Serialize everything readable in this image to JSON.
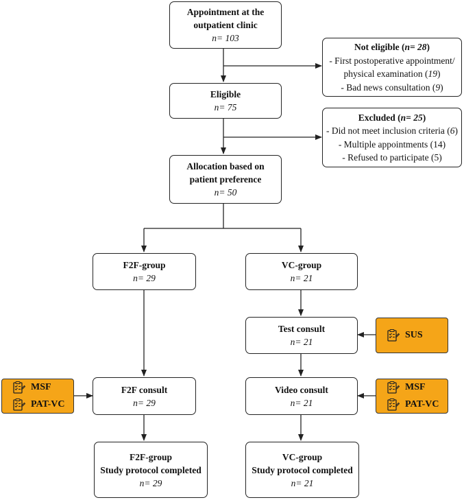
{
  "appointment": {
    "title_line1": "Appointment at the",
    "title_line2": "outpatient clinic",
    "n": "n= 103"
  },
  "not_eligible": {
    "title": "Not eligible (",
    "n": "n= 28",
    "title_close": ")",
    "item1_line1": "- First postoperative appointment/",
    "item1_line2_text": "physical examination (",
    "item1_count": "19",
    "item1_close": ")",
    "item2_text": "- Bad news consultation (",
    "item2_count": "9",
    "item2_close": ")"
  },
  "eligible": {
    "title": "Eligible",
    "n": "n= 75"
  },
  "excluded": {
    "title": "Excluded (",
    "n": "n= 25",
    "title_close": ")",
    "item1_text": "- Did not meet inclusion criteria (",
    "item1_count": "6",
    "item1_close": ")",
    "item2": "- Multiple appointments (14)",
    "item3": "- Refused to participate (5)"
  },
  "allocation": {
    "title_line1": "Allocation based on",
    "title_line2": "patient preference",
    "n": "n= 50"
  },
  "f2f_group": {
    "title": "F2F-group",
    "n": "n= 29"
  },
  "vc_group": {
    "title": "VC-group",
    "n": "n= 21"
  },
  "test_consult": {
    "title": "Test consult",
    "n": "n= 21"
  },
  "f2f_consult": {
    "title": "F2F consult",
    "n": "n= 29"
  },
  "video_consult": {
    "title": "Video consult",
    "n": "n= 21"
  },
  "f2f_completed": {
    "title_line1": "F2F-group",
    "title_line2": "Study protocol completed",
    "n": "n= 29"
  },
  "vc_completed": {
    "title_line1": "VC-group",
    "title_line2": "Study protocol completed",
    "n": "n= 21"
  },
  "questionnaires": {
    "sus": "SUS",
    "left_msf": "MSF",
    "left_patvc": "PAT-VC",
    "right_msf": "MSF",
    "right_patvc": "PAT-VC"
  },
  "colors": {
    "questionnaire_fill": "#f5a518",
    "border": "#222222"
  },
  "icons": {
    "questionnaire": "clipboard-checklist-icon"
  }
}
